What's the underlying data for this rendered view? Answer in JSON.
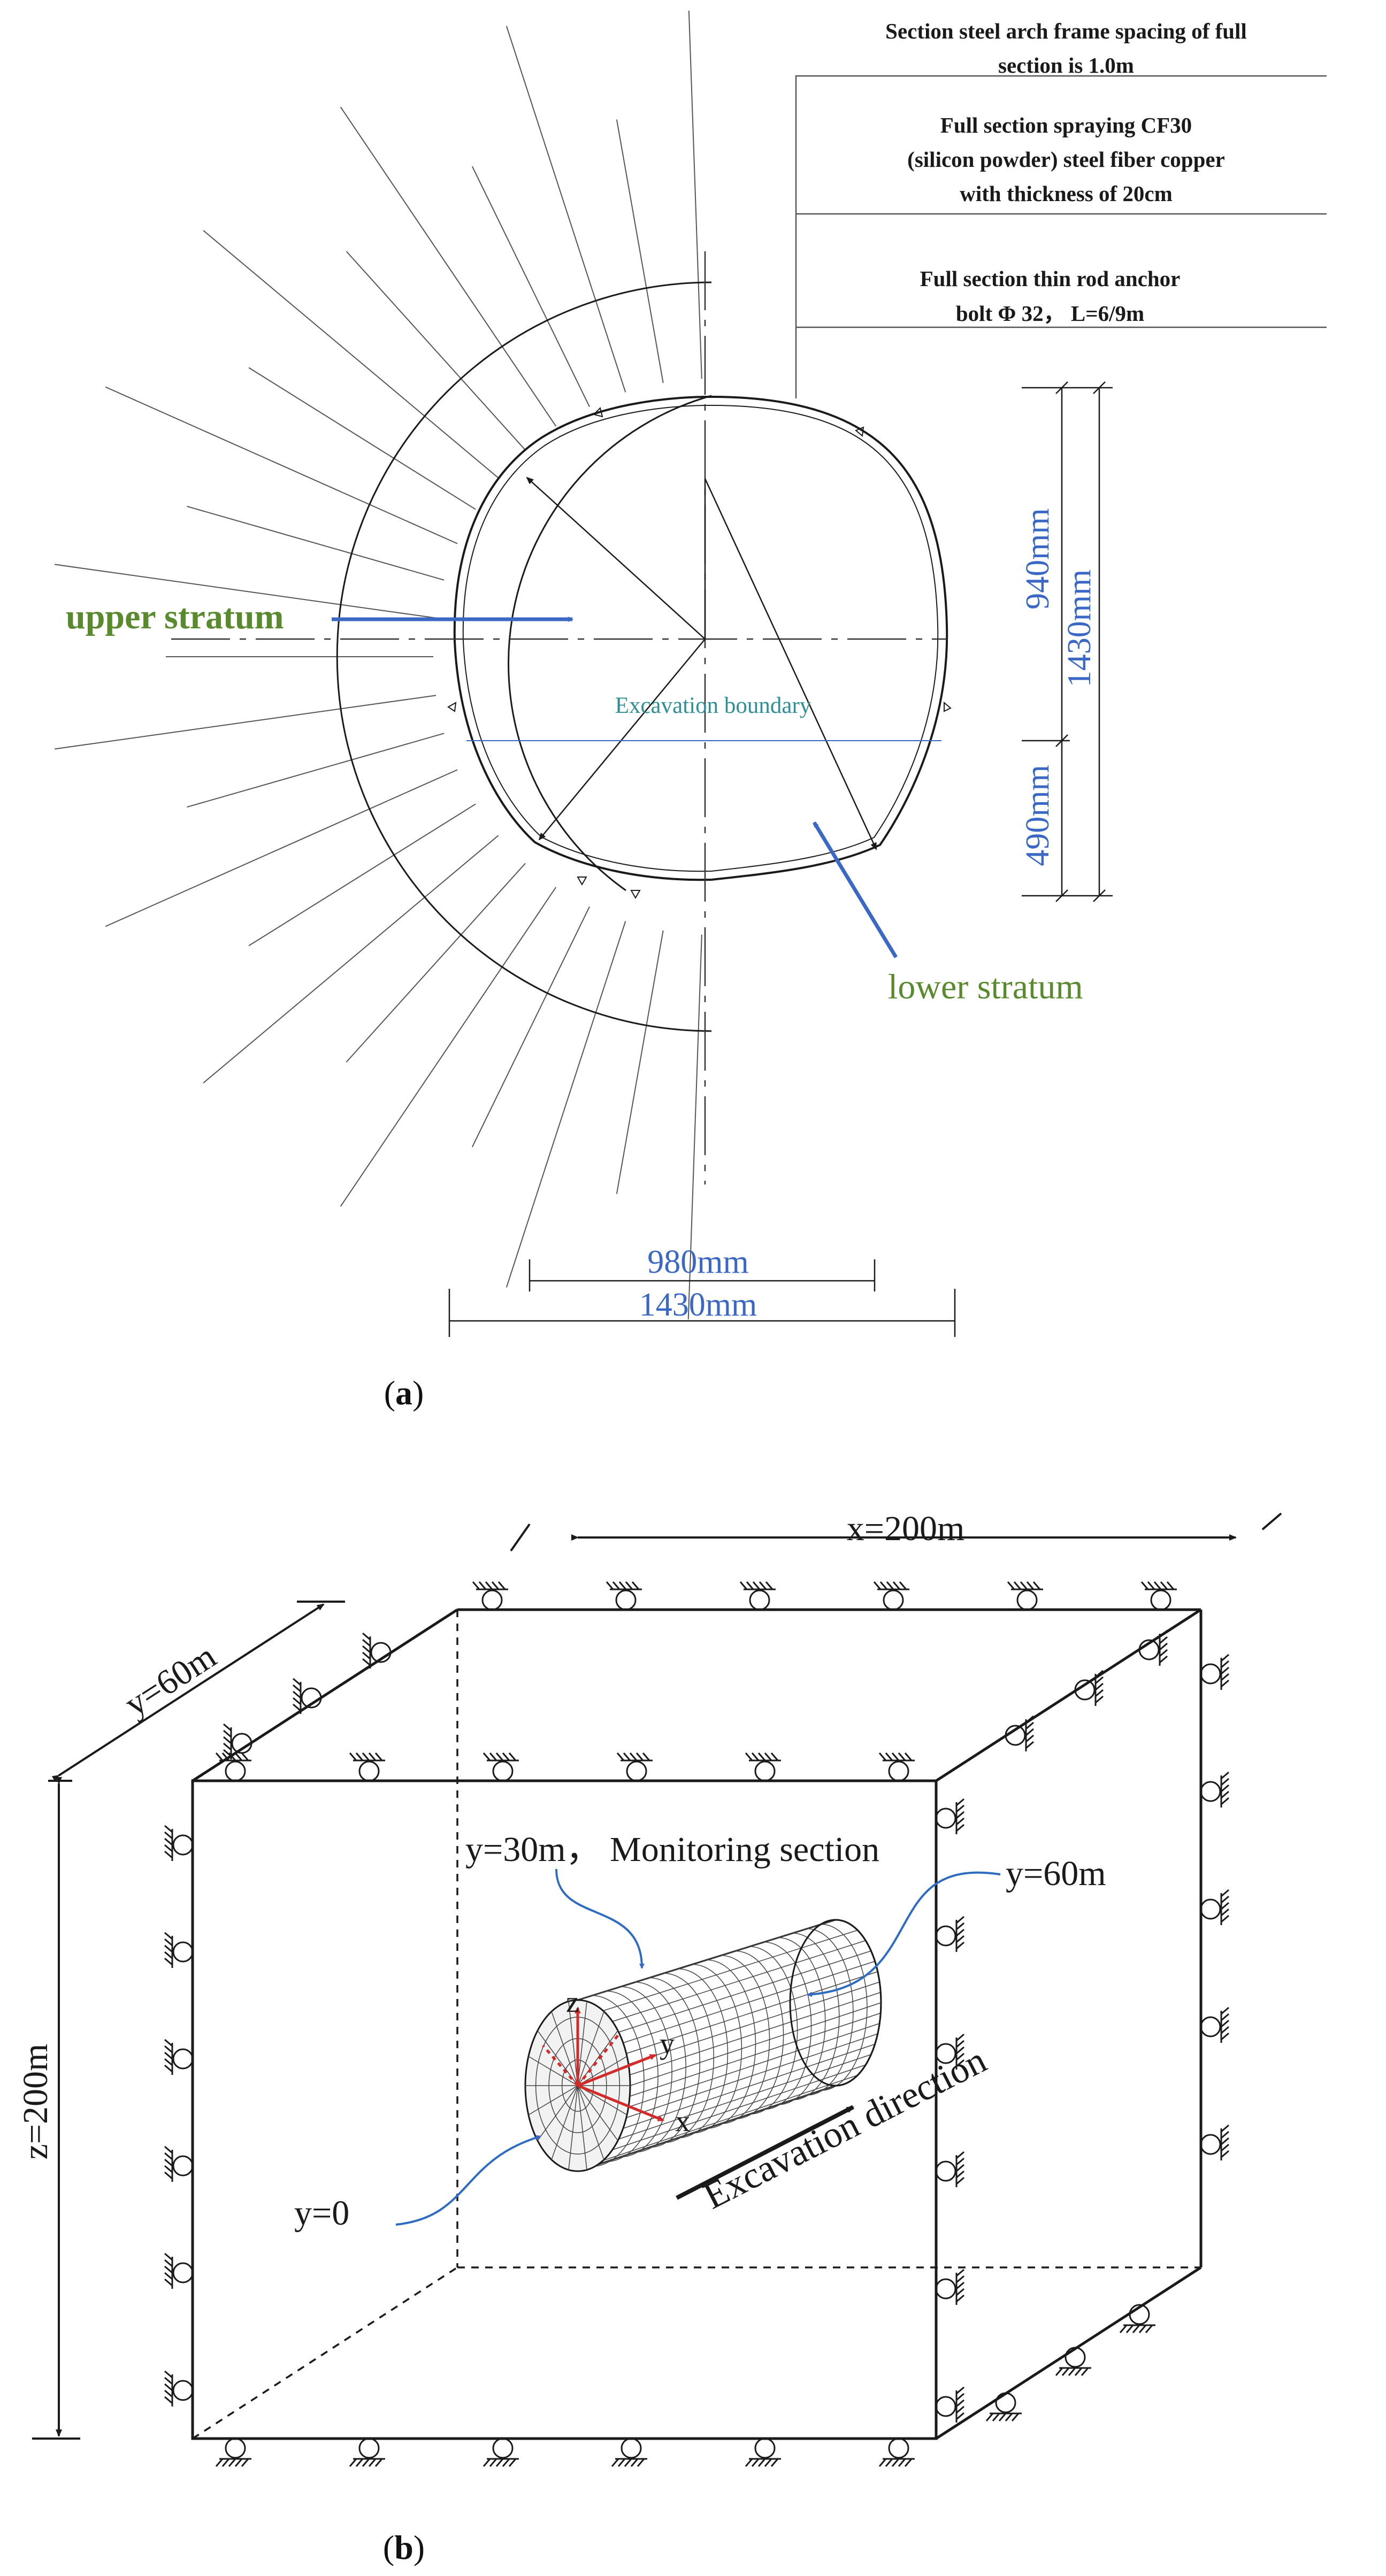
{
  "panel_a": {
    "caption_open": "(",
    "caption_letter": "a",
    "caption_close": ")",
    "note_frame_1": "Section steel arch frame spacing of full",
    "note_frame_2": "section is 1.0m",
    "note_spray_1": "Full section spraying CF30",
    "note_spray_2": "(silicon powder) steel fiber copper",
    "note_spray_3": "with thickness of 20cm",
    "note_bolt_1": "Full section thin rod anchor",
    "note_bolt_2": "bolt Φ 32， L=6/9m",
    "label_upper": "upper stratum",
    "label_lower": "lower stratum",
    "label_boundary": "Excavation boundary",
    "dim_upper_height": "940mm",
    "dim_total_height": "1430mm",
    "dim_lower_height": "490mm",
    "dim_inner_width": "980mm",
    "dim_total_width": "1430mm",
    "colors": {
      "green": "#5a8a2e",
      "blue": "#3a68c4",
      "teal": "#2e8f95",
      "line": "#1a1a1a"
    }
  },
  "panel_b": {
    "caption_open": "(",
    "caption_letter": "b",
    "caption_close": ")",
    "dim_x": "x=200m",
    "dim_y": "y=60m",
    "dim_z": "z=200m",
    "label_monitoring": "y=30m， Monitoring section",
    "label_y60": "y=60m",
    "label_y0": "y=0",
    "label_direction": "Excavation direction",
    "axis_z": "z",
    "axis_y": "y",
    "axis_x": "x",
    "colors": {
      "axis_red": "#d42a2a",
      "arrow_blue": "#2d6cc0"
    }
  }
}
